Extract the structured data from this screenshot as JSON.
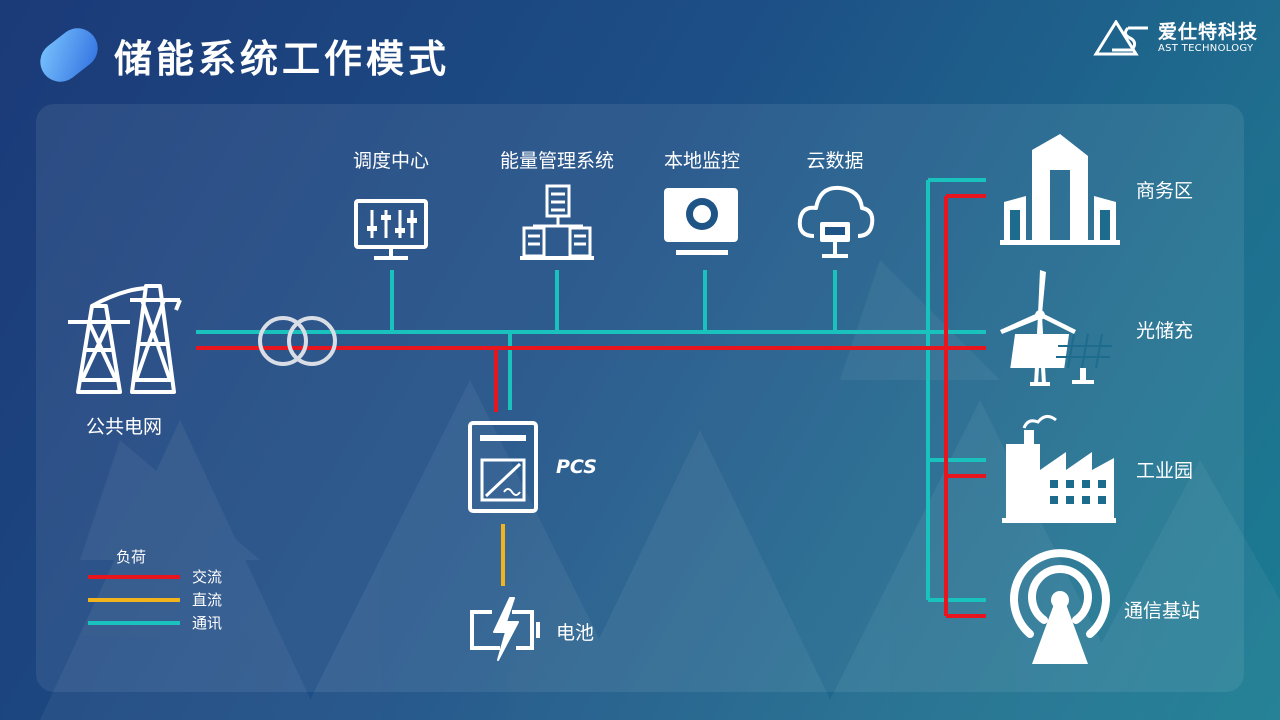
{
  "header": {
    "title": "储能系统工作模式",
    "brand_cn": "爱仕特科技",
    "brand_en": "AST TECHNOLOGY"
  },
  "nodes": {
    "grid": "公共电网",
    "pcs": "PCS",
    "battery": "电池",
    "dispatch_center": "调度中心",
    "energy_management": "能量管理系统",
    "local_monitoring": "本地监控",
    "cloud_data": "云数据"
  },
  "loads": {
    "business": "商务区",
    "pv_storage_charging": "光储充",
    "industrial_park": "工业园",
    "telecom_station": "通信基站"
  },
  "legend": {
    "title": "负荷",
    "items": [
      {
        "label": "交流",
        "color": "#e8141e"
      },
      {
        "label": "直流",
        "color": "#f2b31c"
      },
      {
        "label": "通讯",
        "color": "#19c2bd"
      }
    ]
  },
  "colors": {
    "ac": "#e8141e",
    "dc": "#f2b31c",
    "comm": "#19c2bd",
    "icon": "#ffffff",
    "transformer": "#d8dde6"
  }
}
